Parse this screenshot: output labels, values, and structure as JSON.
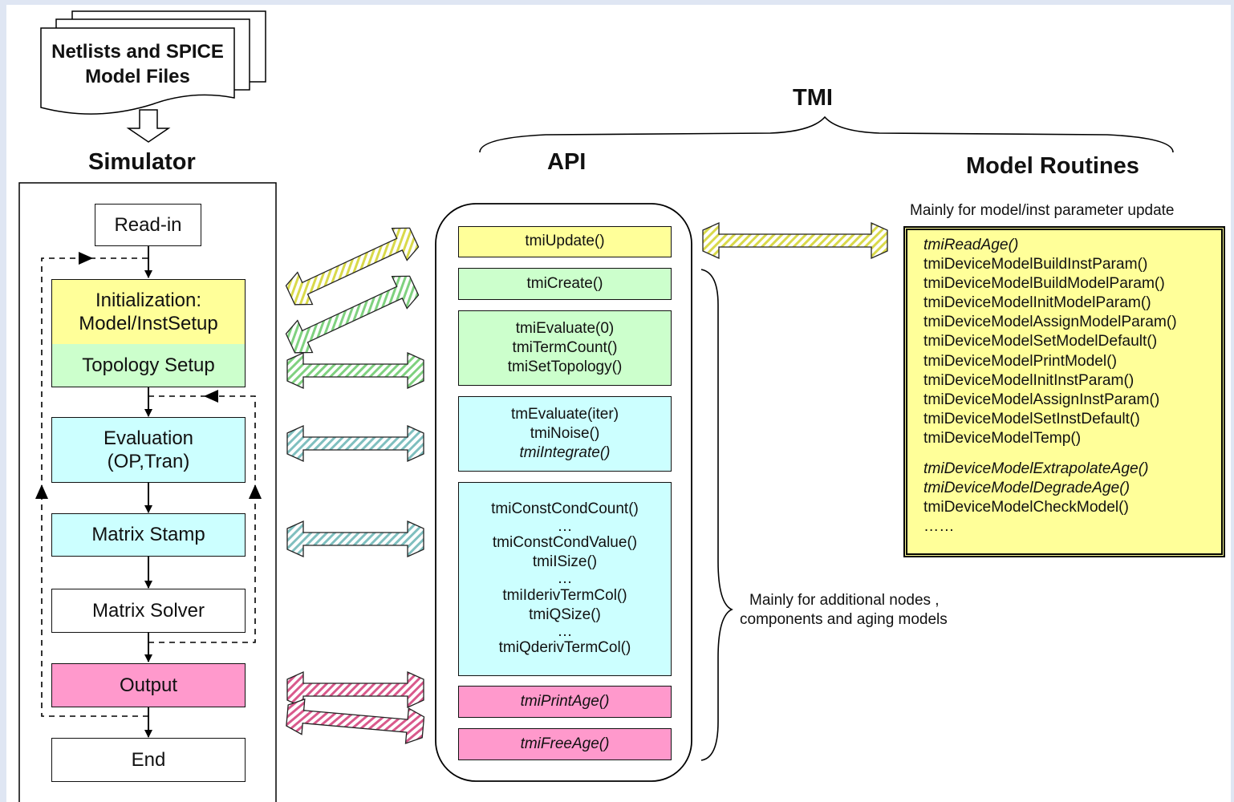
{
  "files": {
    "label_line1": "Netlists and SPICE",
    "label_line2": "Model Files"
  },
  "headings": {
    "simulator": "Simulator",
    "tmi": "TMI",
    "api": "API",
    "model_routines": "Model Routines"
  },
  "simulator_flow": {
    "read_in": "Read-in",
    "init_line1": "Initialization:",
    "init_line2": "Model/InstSetup",
    "topology": "Topology Setup",
    "eval_line1": "Evaluation",
    "eval_line2": "(OP,Tran)",
    "matrix_stamp": "Matrix Stamp",
    "matrix_solver": "Matrix Solver",
    "output": "Output",
    "end": "End"
  },
  "api": {
    "update": "tmiUpdate()",
    "create": "tmiCreate()",
    "evaluate": [
      "tmiEvaluate(0)",
      "tmiTermCount()",
      "tmiSetTopology()"
    ],
    "iteration": [
      "tmEvaluate(iter)",
      "tmiNoise()",
      "tmiIntegrate()"
    ],
    "cond": [
      "tmiConstCondCount()",
      "…",
      "tmiConstCondValue()",
      "tmiISize()",
      "…",
      "tmiIderivTermCol()",
      "tmiQSize()",
      "…",
      "tmiQderivTermCol()"
    ],
    "print_age": "tmiPrintAge()",
    "free_age": "tmiFreeAge()"
  },
  "notes": {
    "param_update": "Mainly for model/inst parameter update",
    "additional_line1": "Mainly for additional nodes ,",
    "additional_line2": "components and aging models"
  },
  "routines": {
    "group1": [
      "tmiReadAge()",
      "tmiDeviceModelBuildInstParam()",
      "tmiDeviceModelBuildModelParam()",
      "tmiDeviceModelInitModelParam()",
      "tmiDeviceModelAssignModelParam()",
      "tmiDeviceModelSetModelDefault()",
      "tmiDeviceModelPrintModel()",
      "tmiDeviceModelInitInstParam()",
      "tmiDeviceModelAssignInstParam()",
      "tmiDeviceModelSetInstDefault()",
      "tmiDeviceModelTemp()"
    ],
    "group2": [
      "tmiDeviceModelExtrapolateAge()",
      "tmiDeviceModelDegradeAge()",
      "tmiDeviceModelCheckModel()",
      "……"
    ]
  },
  "colors": {
    "yellow": "#ffff99",
    "green": "#ccffcc",
    "cyan": "#ccffff",
    "pink": "#ff99cc",
    "yellow_arrow": "#d9d94a",
    "green_arrow": "#7fd17f",
    "cyan_arrow": "#7fbfbf",
    "pink_arrow": "#d9598c"
  }
}
